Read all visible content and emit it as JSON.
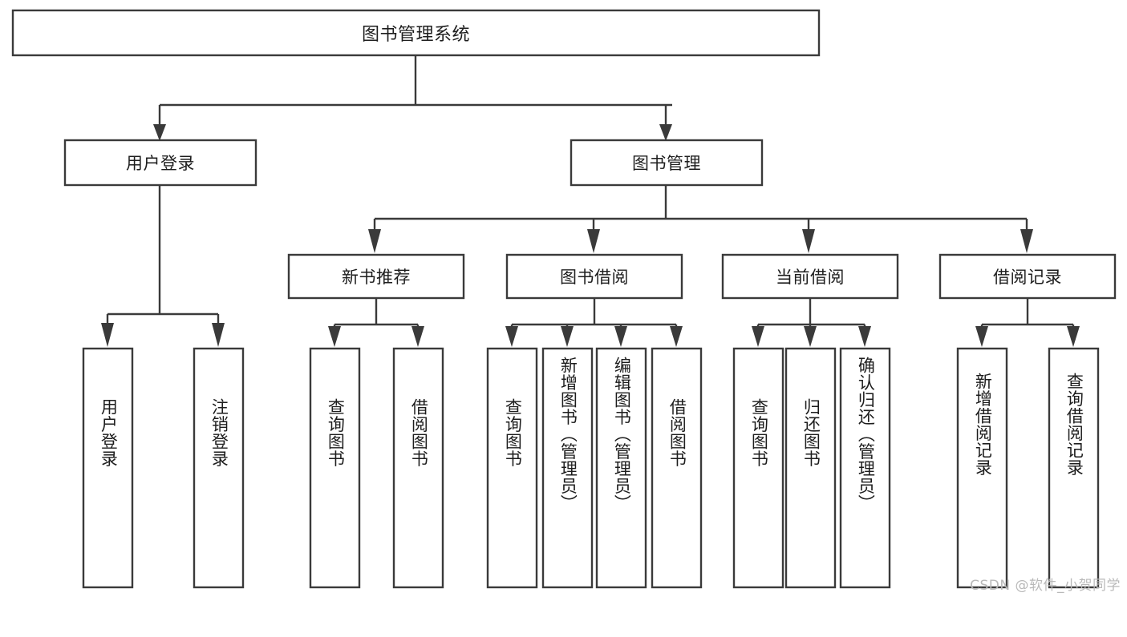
{
  "diagram": {
    "title_node": {
      "label": "图书管理系统"
    },
    "level2": [
      {
        "id": "user-login",
        "label": "用户登录"
      },
      {
        "id": "book-manage",
        "label": "图书管理"
      }
    ],
    "level3": [
      {
        "id": "new-book-recommend",
        "label": "新书推荐"
      },
      {
        "id": "book-borrow",
        "label": "图书借阅"
      },
      {
        "id": "current-borrow",
        "label": "当前借阅"
      },
      {
        "id": "borrow-record",
        "label": "借阅记录"
      }
    ],
    "leaves": {
      "user_login": [
        {
          "id": "leaf-user-login",
          "label": "用户登录"
        },
        {
          "id": "leaf-logout",
          "label": "注销登录"
        }
      ],
      "new_book_recommend": [
        {
          "id": "leaf-query-book-1",
          "label": "查询图书"
        },
        {
          "id": "leaf-borrow-book-1",
          "label": "借阅图书"
        }
      ],
      "book_borrow": [
        {
          "id": "leaf-query-book-2",
          "label": "查询图书"
        },
        {
          "id": "leaf-add-book",
          "label": "新增图书（管理员）"
        },
        {
          "id": "leaf-edit-book",
          "label": "编辑图书（管理员）"
        },
        {
          "id": "leaf-borrow-book-2",
          "label": "借阅图书"
        }
      ],
      "current_borrow": [
        {
          "id": "leaf-query-book-3",
          "label": "查询图书"
        },
        {
          "id": "leaf-return-book",
          "label": "归还图书"
        },
        {
          "id": "leaf-confirm-return",
          "label": "确认归还（管理员）"
        }
      ],
      "borrow_record": [
        {
          "id": "leaf-add-record",
          "label": "新增借阅记录"
        },
        {
          "id": "leaf-query-record",
          "label": "查询借阅记录"
        }
      ]
    }
  },
  "watermark": {
    "text": "CSDN @软件_小贺同学"
  },
  "colors": {
    "background": "#ffffff",
    "stroke": "#3a3a3a",
    "text": "#1d1d1d",
    "watermark": "#b9b9b9"
  }
}
